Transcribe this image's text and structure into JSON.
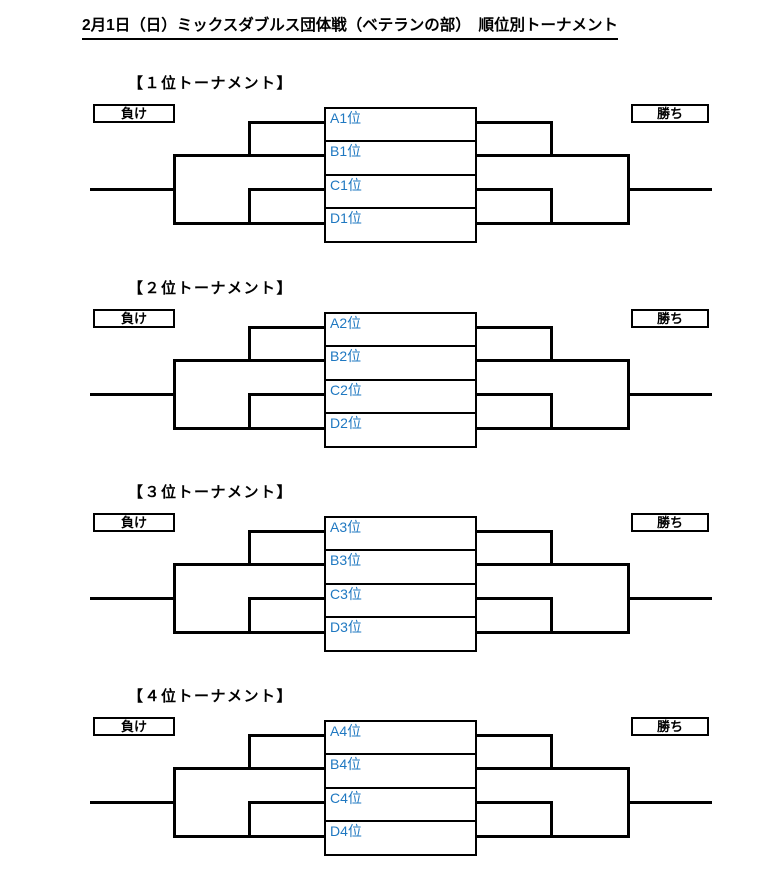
{
  "page": {
    "title": "2月1日（日）ミックスダブルス団体戦（ベテランの部）　順位別トーナメント"
  },
  "labels": {
    "lose": "負け",
    "win": "勝ち"
  },
  "colors": {
    "seed_text": "#1F78C1",
    "line": "#000000",
    "background": "#FFFFFF"
  },
  "sections": [
    {
      "heading": "【１位トーナメント】",
      "lose_label": "負け",
      "win_label": "勝ち",
      "seeds": [
        "A1位",
        "B1位",
        "C1位",
        "D1位"
      ]
    },
    {
      "heading": "【２位トーナメント】",
      "lose_label": "負け",
      "win_label": "勝ち",
      "seeds": [
        "A2位",
        "B2位",
        "C2位",
        "D2位"
      ]
    },
    {
      "heading": "【３位トーナメント】",
      "lose_label": "負け",
      "win_label": "勝ち",
      "seeds": [
        "A3位",
        "B3位",
        "C3位",
        "D3位"
      ]
    },
    {
      "heading": "【４位トーナメント】",
      "lose_label": "負け",
      "win_label": "勝ち",
      "seeds": [
        "A4位",
        "B4位",
        "C4位",
        "D4位"
      ]
    }
  ]
}
